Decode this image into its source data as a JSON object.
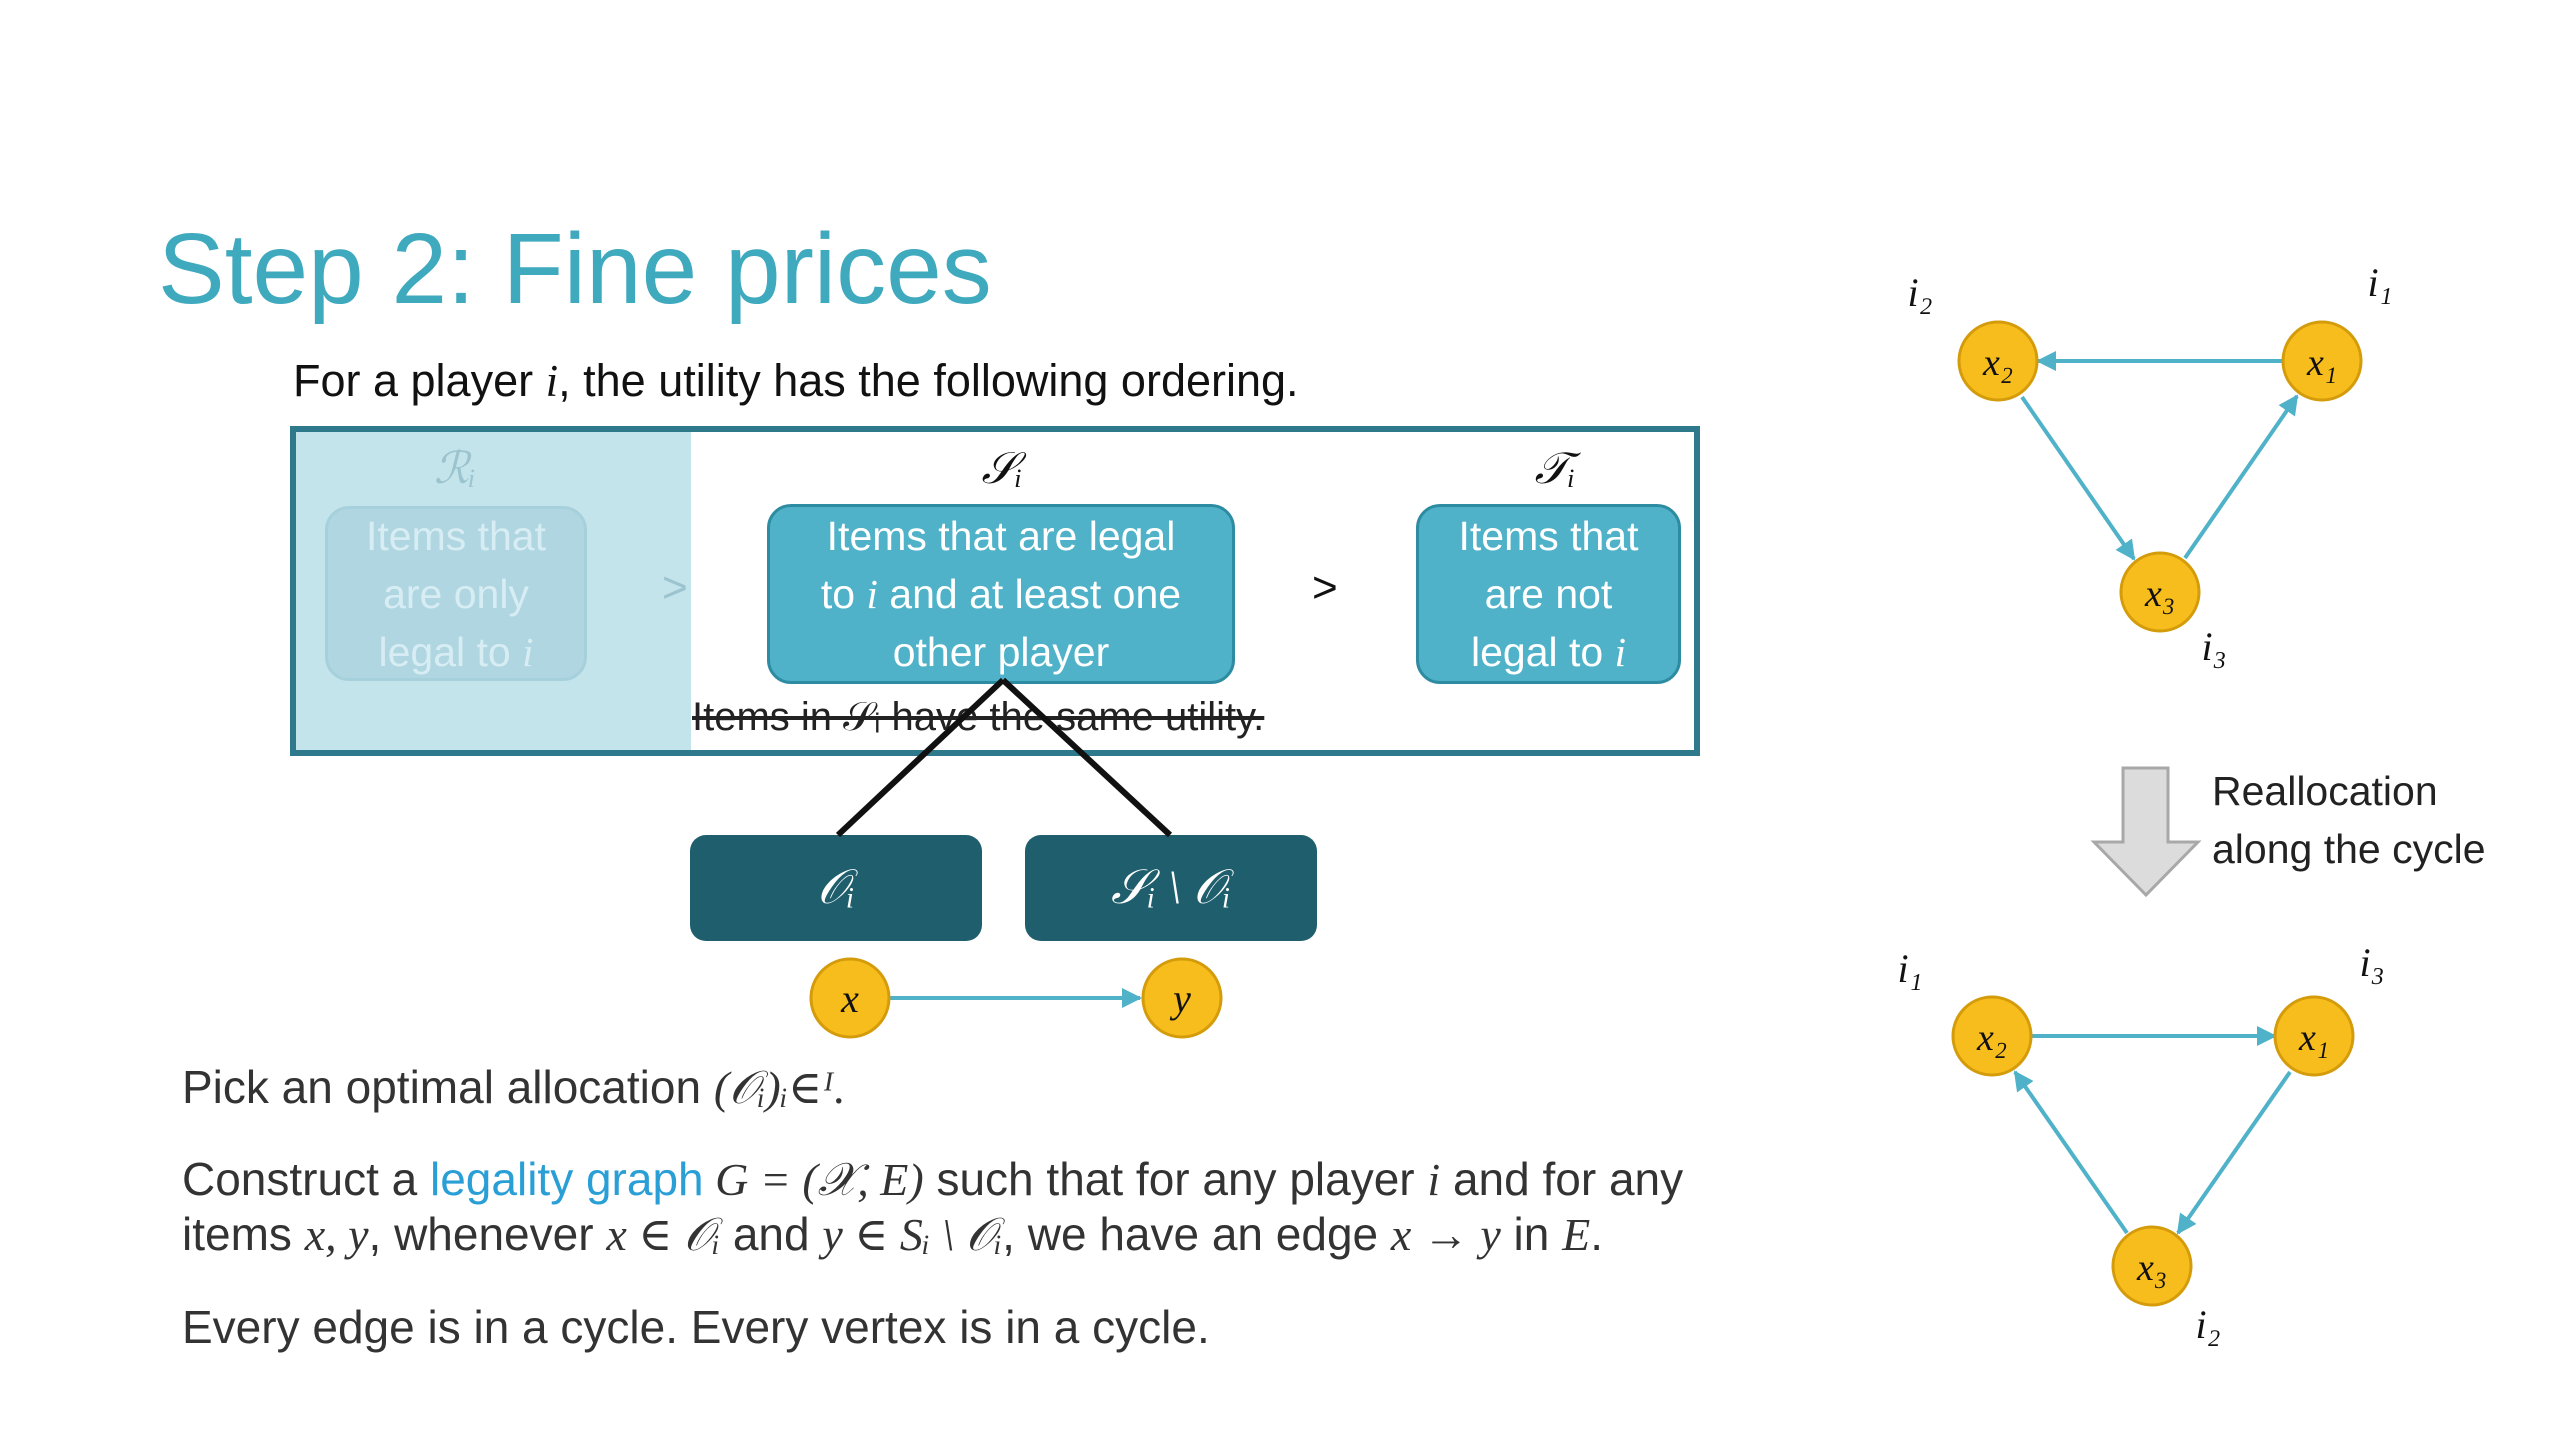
{
  "title": "Step 2: Fine prices",
  "subtitle": {
    "prefix": "For a player ",
    "var": "i",
    "suffix": ", the utility has the following ordering."
  },
  "ordering": {
    "R": {
      "label": "ℛᵢ",
      "line1": "Items that",
      "line2_pre": "are ",
      "line2_em": "only",
      "line3_pre": "legal to ",
      "line3_var": "i"
    },
    "S": {
      "label": "𝒮ᵢ",
      "line1": "Items that are legal",
      "line2_pre": "to ",
      "line2_var": "i",
      "line2_post": " and at least one",
      "line3": "other player"
    },
    "T": {
      "label": "𝒯ᵢ",
      "line1": "Items that",
      "line2_pre": "are ",
      "line2_em": "not",
      "line3_pre": "legal to ",
      "line3_var": "i"
    },
    "gt": ">",
    "same_utility": "Items in 𝒮ᵢ have the same utility."
  },
  "split": {
    "left": "𝒪ᵢ",
    "right": "𝒮ᵢ \\ 𝒪ᵢ",
    "node_x": "x",
    "node_y": "y"
  },
  "paragraphs": {
    "p1_pre": "Pick an optimal allocation ",
    "p1_math": "(𝒪ᵢ)ᵢ∈ᴵ.",
    "p2_pre": "Construct a ",
    "p2_hl": "legality graph",
    "p2_math1": " G = (𝒳, E)",
    "p2_mid": " such that for any player ",
    "p2_var": "i",
    "p2_end": " and for any",
    "p3_pre": "items ",
    "p3_math1": "x, y",
    "p3_mid1": ", whenever ",
    "p3_math2": "x ∈ 𝒪ᵢ",
    "p3_mid2": " and ",
    "p3_math3": "y ∈ Sᵢ \\ 𝒪ᵢ",
    "p3_mid3": ", we have an edge ",
    "p3_math4": "x → y",
    "p3_mid4": " in ",
    "p3_math5": "E",
    "p3_end": ".",
    "p4": "Every edge is in a cycle. Every vertex is in a cycle."
  },
  "graph_top": {
    "nodes": {
      "x1": "x₁",
      "x2": "x₂",
      "x3": "x₃"
    },
    "owners": {
      "i1": "i₁",
      "i2": "i₂",
      "i3": "i₃"
    }
  },
  "reallocation": {
    "line1": "Reallocation",
    "line2": "along the cycle"
  },
  "graph_bottom": {
    "nodes": {
      "x1": "x₁",
      "x2": "x₂",
      "x3": "x₃"
    },
    "owners": {
      "i1": "i₁",
      "i2": "i₂",
      "i3": "i₃"
    }
  },
  "colors": {
    "title": "#3fa9be",
    "node_fill": "#f7bd1d",
    "node_stroke": "#d49b0a",
    "edge": "#4fb2c8",
    "frame": "#2e7a8c",
    "dark_box": "#1f5f6d",
    "highlight": "#2a9fd6"
  }
}
